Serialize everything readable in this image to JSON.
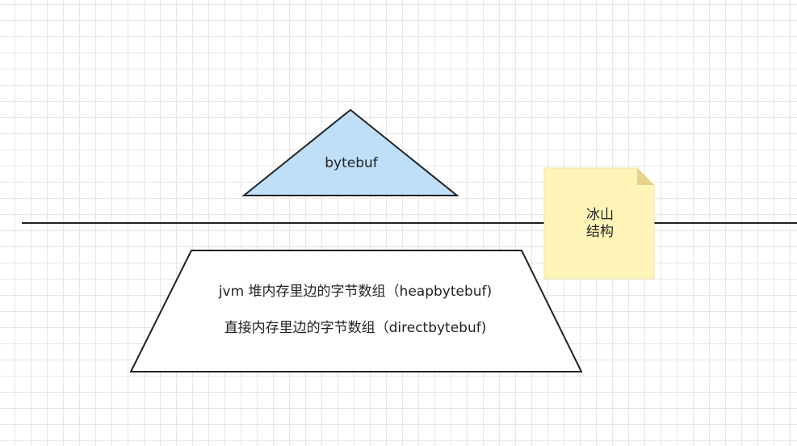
{
  "diagram": {
    "triangle": {
      "label": "bytebuf",
      "fill": "#bfdff8",
      "stroke": "#222222"
    },
    "trapezoid": {
      "lines": [
        "jvm 堆内存里边的字节数组（heapbytebuf)",
        "直接内存里边的字节数组（directbytebuf)"
      ],
      "fill": "#ffffff",
      "stroke": "#222222"
    },
    "note": {
      "lines": [
        "冰山",
        "结构"
      ],
      "fill": "#fff4b8",
      "fold_fill": "#e6d48a"
    },
    "divider": {
      "stroke": "#222222"
    },
    "grid_color": "#e6e6e6"
  }
}
